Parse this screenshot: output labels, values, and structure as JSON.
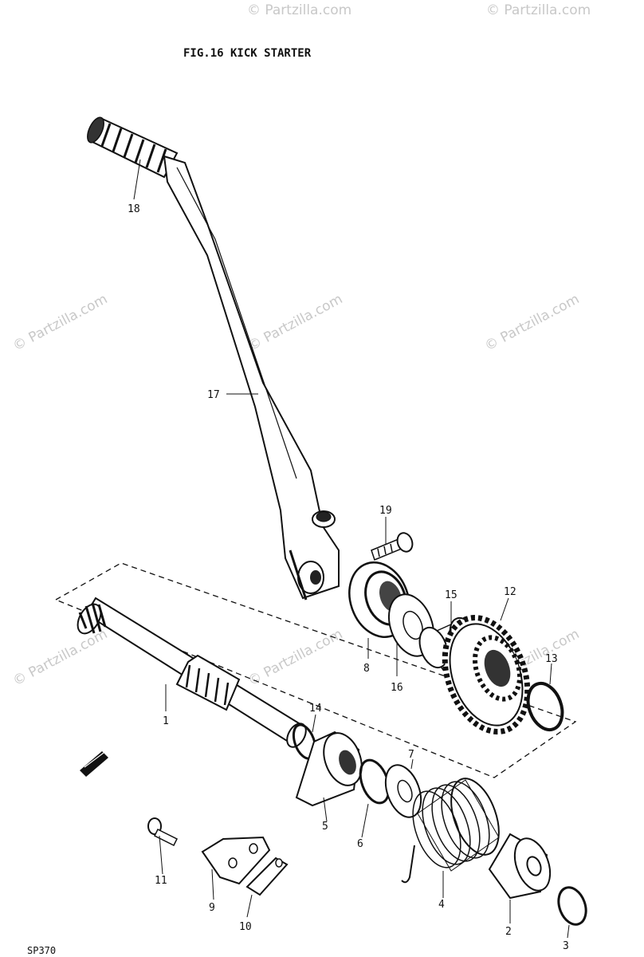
{
  "figure": {
    "title": "FIG.16  KICK STARTER",
    "code": "SP370"
  },
  "watermark": {
    "text": "© Partzilla.com"
  },
  "callouts": [
    {
      "id": "p1",
      "number": "1"
    },
    {
      "id": "p3",
      "number": "3"
    },
    {
      "id": "p4",
      "number": "4"
    },
    {
      "id": "p5",
      "number": "5"
    },
    {
      "id": "p6",
      "number": "6"
    },
    {
      "id": "p7",
      "number": "7"
    },
    {
      "id": "p8",
      "number": "8"
    },
    {
      "id": "p9",
      "number": "9"
    },
    {
      "id": "p10",
      "number": "10"
    },
    {
      "id": "p11",
      "number": "11"
    },
    {
      "id": "p12",
      "number": "12"
    },
    {
      "id": "p13",
      "number": "13"
    },
    {
      "id": "p14",
      "number": "14"
    },
    {
      "id": "p15",
      "number": "15"
    },
    {
      "id": "p16",
      "number": "16"
    },
    {
      "id": "p17",
      "number": "17"
    },
    {
      "id": "p18",
      "number": "18"
    },
    {
      "id": "p19",
      "number": "19"
    }
  ],
  "colors": {
    "ink": "#111111",
    "watermark": "#c8c8c8",
    "background": "#ffffff"
  }
}
